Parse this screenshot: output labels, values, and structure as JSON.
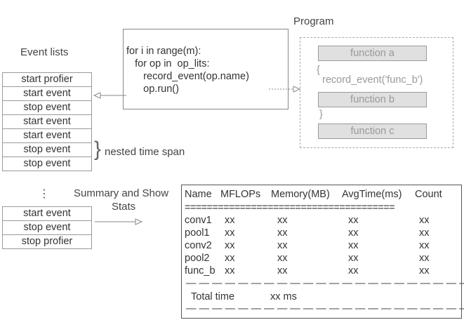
{
  "labels": {
    "event_lists": "Event lists",
    "program": "Program",
    "nested_time_span": "nested time span",
    "summary_line1": "Summary and Show",
    "summary_line2": "Stats",
    "vdots": "⋮"
  },
  "event_list": [
    "start profier",
    "start event",
    "stop event",
    "start event",
    "start event",
    "stop event",
    "stop event"
  ],
  "event_list_tail": [
    "start event",
    "stop event",
    "stop profier"
  ],
  "code": [
    "for i in range(m):",
    "   for op in  op_lits:",
    "      record_event(op.name)",
    "      op.run()"
  ],
  "program": {
    "function_a": "function a",
    "brace_open": "{",
    "record_event": "record_event('func_b')",
    "function_b": "function b",
    "brace_close": "}",
    "function_c": "function c"
  },
  "stats": {
    "headers": [
      "Name",
      "MFLOPs",
      "Memory(MB)",
      "AvgTime(ms)",
      "Count"
    ],
    "separator": "======================================",
    "rows": [
      [
        "conv1",
        "xx",
        "xx",
        "xx",
        "xx"
      ],
      [
        "pool1",
        "xx",
        "xx",
        "xx",
        "xx"
      ],
      [
        "conv2",
        "xx",
        "xx",
        "xx",
        "xx"
      ],
      [
        "pool2",
        "xx",
        "xx",
        "xx",
        "xx"
      ],
      [
        "func_b",
        "xx",
        "xx",
        "xx",
        "xx"
      ]
    ],
    "dash_line": "— — — — — — — — — — — — — — — — — — — — — —",
    "total_label": "Total time",
    "total_value": "xx ms"
  },
  "colors": {
    "stroke": "#888888",
    "function_fill": "#e0e0e0",
    "muted_text": "#999999"
  }
}
